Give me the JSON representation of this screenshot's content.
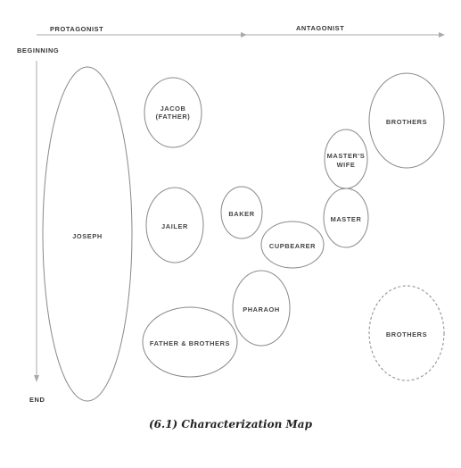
{
  "axes": {
    "top_left": "PROTAGONIST",
    "top_right": "ANTAGONIST",
    "side_top": "BEGINNING",
    "side_bottom": "END"
  },
  "characters": {
    "joseph": "JOSEPH",
    "jacob_line1": "JACOB",
    "jacob_line2": "(FATHER)",
    "jailer": "JAILER",
    "baker": "BAKER",
    "cupbearer": "CUPBEARER",
    "pharaoh": "PHARAOH",
    "father_brothers": "FATHER & BROTHERS",
    "masters_wife_line1": "MASTER'S",
    "masters_wife_line2": "WIFE",
    "master": "MASTER",
    "brothers_top": "BROTHERS",
    "brothers_bottom": "BROTHERS"
  },
  "caption": "(6.1) Characterization Map"
}
